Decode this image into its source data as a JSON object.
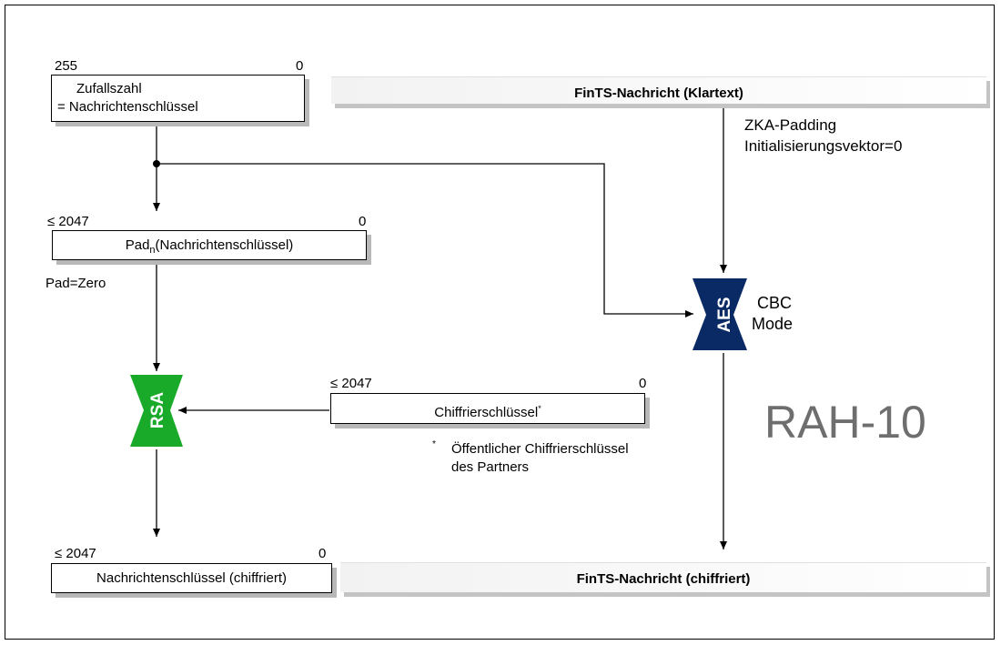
{
  "diagram_id": "RAH-10",
  "colors": {
    "aes": "#0a2a66",
    "rsa": "#1aaa2a",
    "shadow": "#b8b8b8"
  },
  "nodes": {
    "random_key": {
      "range_high": "255",
      "range_low": "0",
      "line1": "Zufallszahl",
      "line2": "= Nachrichtenschlüssel"
    },
    "padded_key": {
      "range_high": "≤ 2047",
      "range_low": "0",
      "label_main": "Pad",
      "label_sub": "n",
      "label_rest": "(Nachrichtenschlüssel)",
      "note": "Pad=Zero"
    },
    "encryption_key": {
      "range_high": "≤ 2047",
      "range_low": "0",
      "label": "Chiffrierschlüssel",
      "footnote_mark": "*"
    },
    "encrypted_key": {
      "range_high": "≤ 2047",
      "range_low": "0",
      "label": "Nachrichtenschlüssel (chiffriert)"
    },
    "plain_message": {
      "label": "FinTS-Nachricht (Klartext)"
    },
    "cipher_message": {
      "label": "FinTS-Nachricht (chiffriert)"
    },
    "aes": {
      "label": "AES",
      "mode_line1": "CBC",
      "mode_line2": "Mode"
    },
    "rsa": {
      "label": "RSA"
    }
  },
  "annotations": {
    "padding_line1": "ZKA-Padding",
    "padding_line2": "Initialisierungsvektor=0",
    "footnote_mark": "*",
    "footnote_line1": "Öffentlicher Chiffrierschlüssel",
    "footnote_line2": "des Partners"
  }
}
